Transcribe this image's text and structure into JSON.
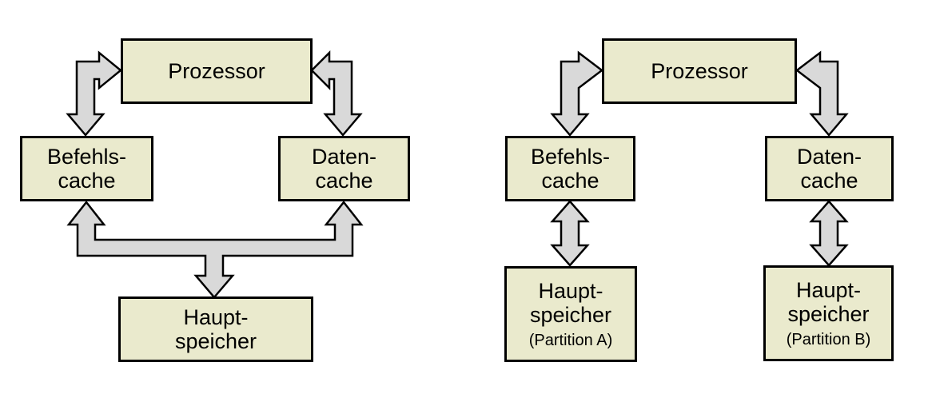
{
  "colors": {
    "background": "#FFFFFF",
    "box_fill": "#EAEACD",
    "box_border": "#000000",
    "arrow_fill": "#D9D9D9",
    "arrow_outline": "#000000"
  },
  "left_diagram": {
    "processor_label": "Prozessor",
    "instruction_cache_label": "Befehls-\ncache",
    "data_cache_label": "Daten-\ncache",
    "main_memory_label": "Haupt-\nspeicher"
  },
  "right_diagram": {
    "processor_label": "Prozessor",
    "instruction_cache_label": "Befehls-\ncache",
    "data_cache_label": "Daten-\ncache",
    "main_memory_a_label": "Haupt-\nspeicher",
    "main_memory_a_sublabel": "(Partition A)",
    "main_memory_b_label": "Haupt-\nspeicher",
    "main_memory_b_sublabel": "(Partition B)"
  }
}
